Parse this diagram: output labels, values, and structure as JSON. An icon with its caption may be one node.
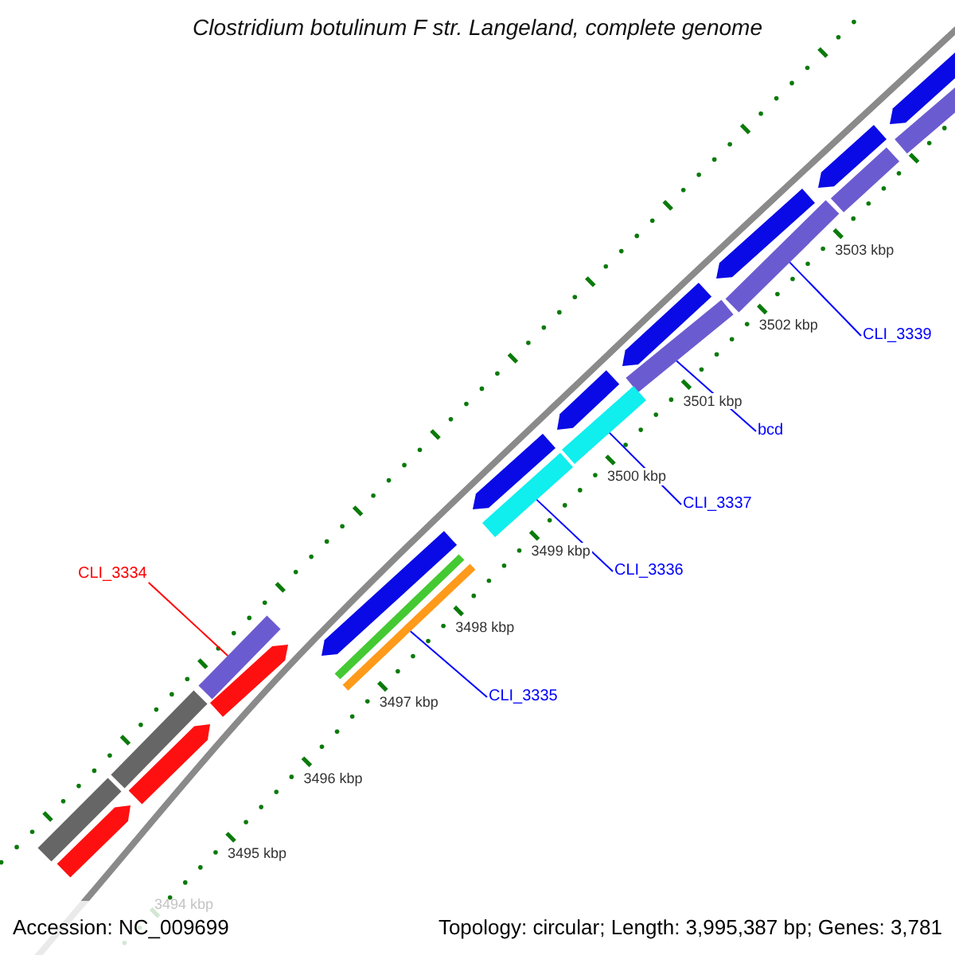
{
  "diagram": {
    "title": "Clostridium botulinum F str. Langeland, complete genome",
    "nodes": [
      {
        "text": [
          "CLI_3339"
        ]
      },
      {
        "text": [
          "bcd"
        ]
      },
      {
        "text": [
          "CLI_3337"
        ]
      },
      {
        "text": [
          "CLI_3336"
        ]
      },
      {
        "text": [
          "CLI_3334"
        ]
      },
      {
        "text": [
          "CLI_3335"
        ]
      },
      {
        "text": [],
        "shape": "bar"
      },
      {
        "text": [],
        "shape": "bar"
      },
      {
        "text": [],
        "shape": "bar"
      },
      {
        "text": [],
        "shape": "bar"
      },
      {
        "text": [],
        "shape": "bar"
      },
      {
        "text": [],
        "shape": "bar"
      },
      {
        "text": [],
        "shape": "bar"
      },
      {
        "text": [],
        "shape": "bar"
      },
      {
        "text": [],
        "shape": "arrow"
      },
      {
        "text": [],
        "shape": "arrow"
      },
      {
        "text": [],
        "shape": "arrow"
      },
      {
        "text": [],
        "shape": "arrow"
      },
      {
        "text": [],
        "shape": "bar"
      },
      {
        "text": [],
        "shape": "arrow"
      },
      {
        "text": [],
        "shape": "arrow"
      },
      {
        "text": [],
        "shape": "arrow"
      },
      {
        "text": [],
        "shape": "arrow"
      },
      {
        "text": [],
        "shape": "arrow"
      },
      {
        "text": [],
        "shape": "arrow"
      },
      {
        "text": [],
        "shape": "bar"
      },
      {
        "text": [],
        "shape": "bar"
      }
    ],
    "edges": [
      {
        "from": 0,
        "to": 6,
        "arrow": "none"
      },
      {
        "from": 1,
        "to": 7,
        "arrow": "none"
      },
      {
        "from": 2,
        "to": 8,
        "arrow": "none"
      },
      {
        "from": 3,
        "to": 9,
        "arrow": "none"
      },
      {
        "from": 4,
        "to": 10,
        "arrow": "none",
        "color": "#ff0000"
      },
      {
        "from": 5,
        "to": 11,
        "arrow": "none"
      }
    ],
    "labels": [
      "3503 kbp",
      "3502 kbp",
      "3501 kbp",
      "3500 kbp",
      "3499 kbp",
      "3498 kbp",
      "3497 kbp",
      "3496 kbp",
      "3495 kbp",
      "3494 kbp",
      "Accession: NC_009699",
      "Topology: circular; Length: 3,995,387 bp; Genes: 3,781"
    ]
  }
}
